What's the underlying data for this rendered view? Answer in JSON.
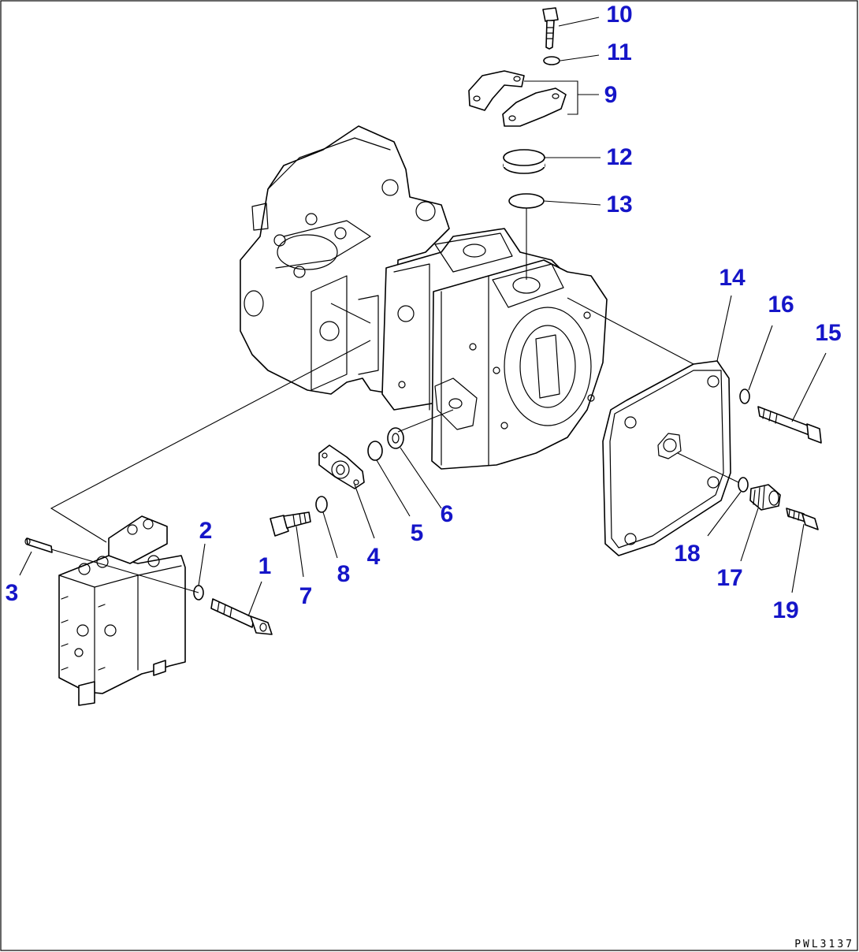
{
  "callouts": {
    "c1": "1",
    "c2": "2",
    "c3": "3",
    "c4": "4",
    "c5": "5",
    "c6": "6",
    "c7": "7",
    "c8": "8",
    "c9": "9",
    "c10": "10",
    "c11": "11",
    "c12": "12",
    "c13": "13",
    "c14": "14",
    "c15": "15",
    "c16": "16",
    "c17": "17",
    "c18": "18",
    "c19": "19"
  },
  "drawing_code": "PWL3137",
  "colors": {
    "callout_text": "#1515c8",
    "line_art": "#000000",
    "background": "#ffffff"
  }
}
